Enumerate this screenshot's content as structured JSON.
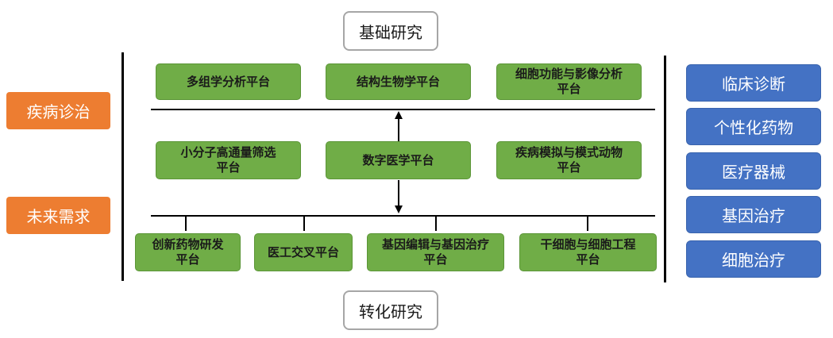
{
  "top_label": "基础研究",
  "bottom_label": "转化研究",
  "needs": [
    "疾病诊治",
    "未来需求"
  ],
  "platforms": {
    "row1": [
      "多组学分析平台",
      "结构生物学平台",
      "细胞功能与影像分析\n平台"
    ],
    "row2": [
      "小分子高通量筛选\n平台",
      "数字医学平台",
      "疾病模拟与模式动物\n平台"
    ],
    "row3": [
      "创新药物研发\n平台",
      "医工交叉平台",
      "基因编辑与基因治疗\n平台",
      "干细胞与细胞工程\n平台"
    ]
  },
  "applications": [
    "临床诊断",
    "个性化药物",
    "医疗器械",
    "基因治疗",
    "细胞治疗"
  ],
  "colors": {
    "need": "#ed7d31",
    "platform": "#70ad47",
    "application": "#4472c4",
    "research_border": "#a6a6a6"
  }
}
